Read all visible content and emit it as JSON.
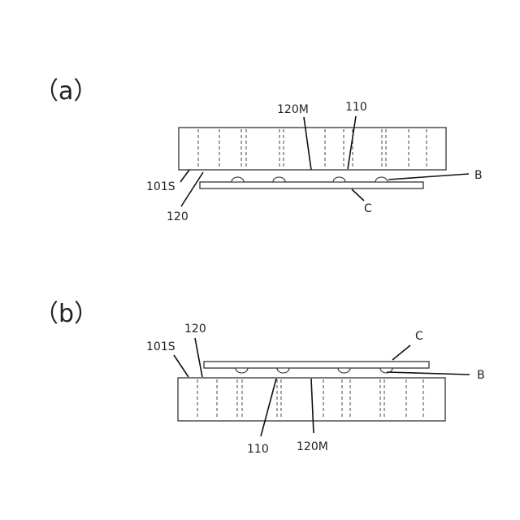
{
  "panels": [
    {
      "id": "a",
      "panel_label": "（a）",
      "labels": {
        "label_120M": "120M",
        "label_110": "110",
        "label_101S": "101S",
        "label_120": "120",
        "label_B": "B",
        "label_C": "C"
      }
    },
    {
      "id": "b",
      "panel_label": "（b）",
      "labels": {
        "label_120": "120",
        "label_101S": "101S",
        "label_C": "C",
        "label_B": "B",
        "label_110": "110",
        "label_120M": "120M"
      }
    }
  ]
}
